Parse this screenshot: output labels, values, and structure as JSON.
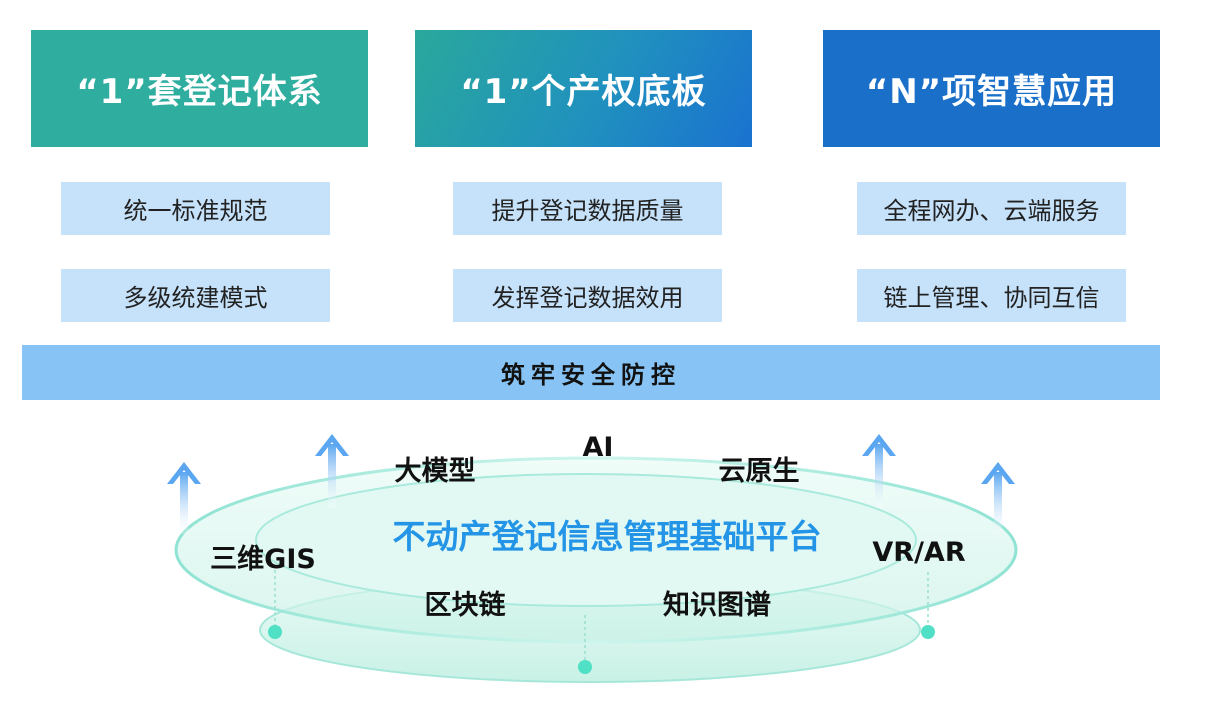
{
  "headers": [
    {
      "text": "“1”套登记体系"
    },
    {
      "text": "“1”个产权底板"
    },
    {
      "text": "“N”项智慧应用"
    }
  ],
  "columns": [
    {
      "items": [
        "统一标准规范",
        "多级统建模式"
      ]
    },
    {
      "items": [
        "提升登记数据质量",
        "发挥登记数据效用"
      ]
    },
    {
      "items": [
        "全程网办、云端服务",
        "链上管理、协同互信"
      ]
    }
  ],
  "security_bar": "筑牢安全防控",
  "platform": {
    "title": "不动产登记信息管理基础平台",
    "technologies": {
      "llm": "大模型",
      "ai": "AI",
      "cloud_native": "云原生",
      "gis": "三维GIS",
      "vr_ar": "VR/AR",
      "blockchain": "区块链",
      "knowledge_graph": "知识图谱"
    }
  },
  "colors": {
    "teal": "#2fae9f",
    "blue": "#1a6fc9",
    "light_blue": "#c6e2fb",
    "bar_blue": "#87c4f5",
    "title_blue": "#2394e6",
    "dot_teal": "#4fe0c6"
  }
}
